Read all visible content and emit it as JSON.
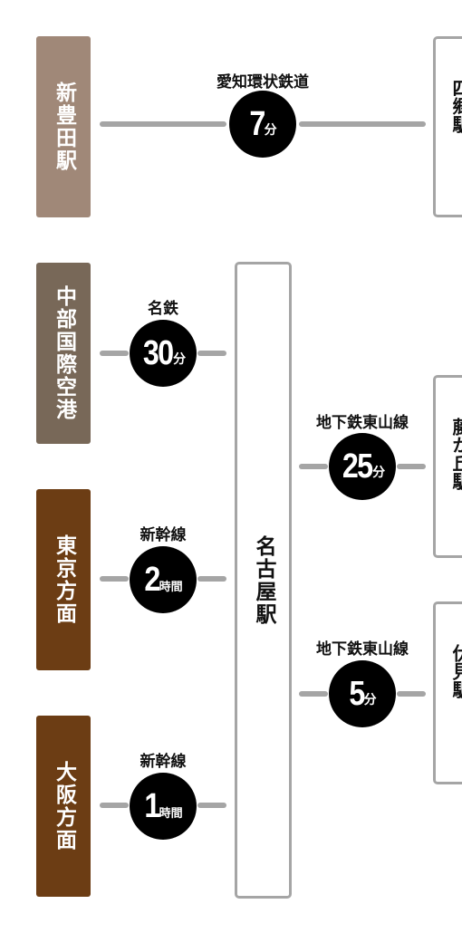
{
  "colors": {
    "line": "#a5a5a5",
    "circle": "#000000",
    "shin_toyota": "#a08878",
    "airport": "#786858",
    "tokyo": "#6c3d14",
    "osaka": "#6c3d14"
  },
  "origins": {
    "shin_toyota": "新豊田駅",
    "airport": "中部国際空港",
    "tokyo": "東京方面",
    "osaka": "大阪方面"
  },
  "hub": "名古屋駅",
  "destinations": {
    "shigo": "四郷駅",
    "fujigaoka": "藤が丘駅",
    "fushimi": "伏見駅"
  },
  "routes": {
    "aichi_loop": {
      "line": "愛知環状鉄道",
      "time": "7",
      "unit": "分"
    },
    "meitetsu": {
      "line": "名鉄",
      "time": "30",
      "unit": "分"
    },
    "shinkansen_tokyo": {
      "line": "新幹線",
      "time": "2",
      "unit": "時間"
    },
    "shinkansen_osaka": {
      "line": "新幹線",
      "time": "1",
      "unit": "時間"
    },
    "higashiyama_fujigaoka": {
      "line": "地下鉄東山線",
      "time": "25",
      "unit": "分"
    },
    "higashiyama_fushimi": {
      "line": "地下鉄東山線",
      "time": "5",
      "unit": "分"
    }
  }
}
